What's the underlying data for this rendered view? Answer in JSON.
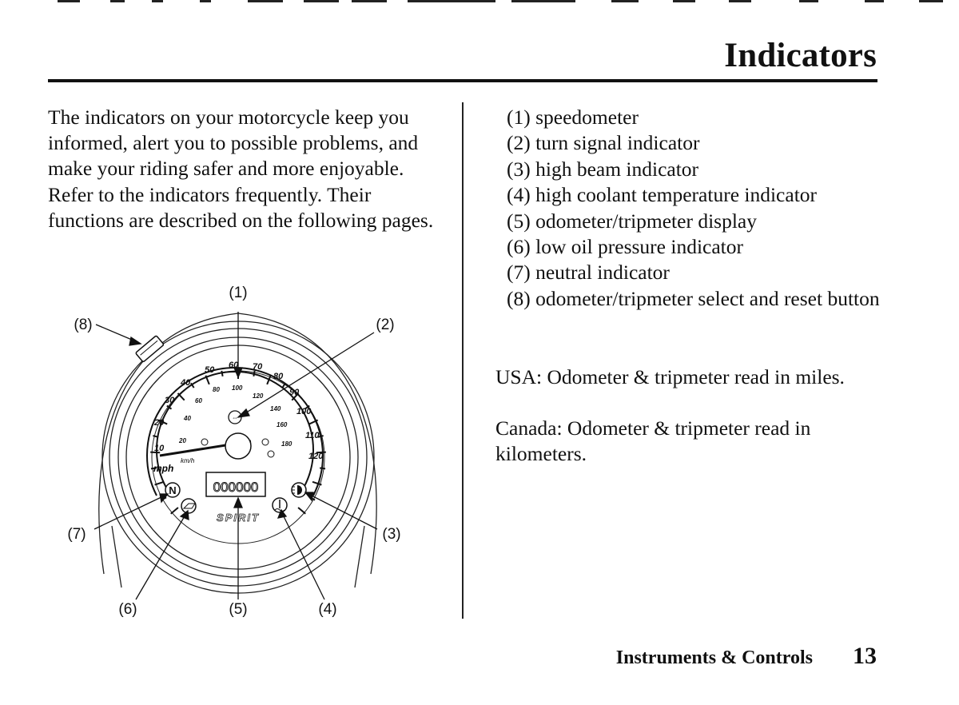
{
  "page": {
    "heading": "Indicators",
    "intro": "The indicators on your motorcycle keep you informed, alert you to possible problems, and make your riding safer and more enjoyable. Refer to the indicators frequently. Their functions are described on the following pages.",
    "callouts": [
      "(1) speedometer",
      "(2) turn signal indicator",
      "(3) high beam indicator",
      "(4) high coolant temperature indicator",
      "(5) odometer/tripmeter display",
      "(6) low oil pressure indicator",
      "(7) neutral indicator",
      "(8) odometer/tripmeter select and reset button"
    ],
    "note_usa": "USA: Odometer & tripmeter read in miles.",
    "note_canada": "Canada: Odometer & tripmeter read in kilometers.",
    "footer_section": "Instruments & Controls",
    "footer_page": "13"
  },
  "diagram": {
    "labels": [
      "(1)",
      "(2)",
      "(3)",
      "(4)",
      "(5)",
      "(6)",
      "(7)",
      "(8)"
    ],
    "mph_ticks": [
      "10",
      "20",
      "30",
      "40",
      "50",
      "60",
      "70",
      "80",
      "90",
      "100",
      "110",
      "120"
    ],
    "kmh_ticks": [
      "20",
      "40",
      "60",
      "80",
      "100",
      "120",
      "140",
      "160",
      "180"
    ],
    "unit_mph": "mph",
    "unit_kmh": "km/h",
    "odometer": "000000",
    "neutral_glyph": "N",
    "brand_mark": "SPIRIT"
  }
}
